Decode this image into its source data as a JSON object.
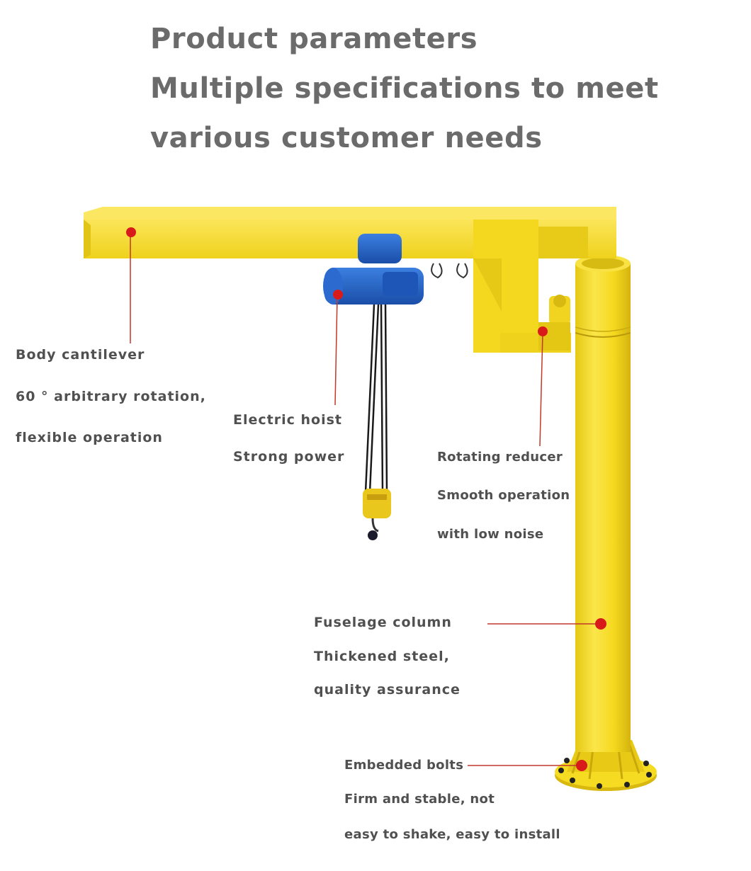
{
  "title": {
    "line1": "Product parameters",
    "line2": "Multiple specifications to meet",
    "line3": "various customer needs"
  },
  "callouts": {
    "cantilever": {
      "name": "Body cantilever",
      "line2": "60 ° arbitrary rotation,",
      "line3": "flexible operation"
    },
    "hoist": {
      "name": "Electric hoist",
      "line2": "Strong power"
    },
    "reducer": {
      "name": "Rotating reducer",
      "line2": "Smooth operation",
      "line3": "with low noise"
    },
    "column": {
      "name": "Fuselage column",
      "line2": "Thickened steel,",
      "line3": "quality assurance"
    },
    "bolts": {
      "name": "Embedded bolts",
      "line2": "Firm and stable, not",
      "line3": "easy to shake, easy to install"
    }
  },
  "colors": {
    "crane_yellow": "#f5dc2a",
    "crane_shade": "#d9bd14",
    "hoist_blue": "#1f5fc4",
    "marker_red": "#d91a1a",
    "leader_red": "#c0392b",
    "text_gray": "#505050"
  }
}
